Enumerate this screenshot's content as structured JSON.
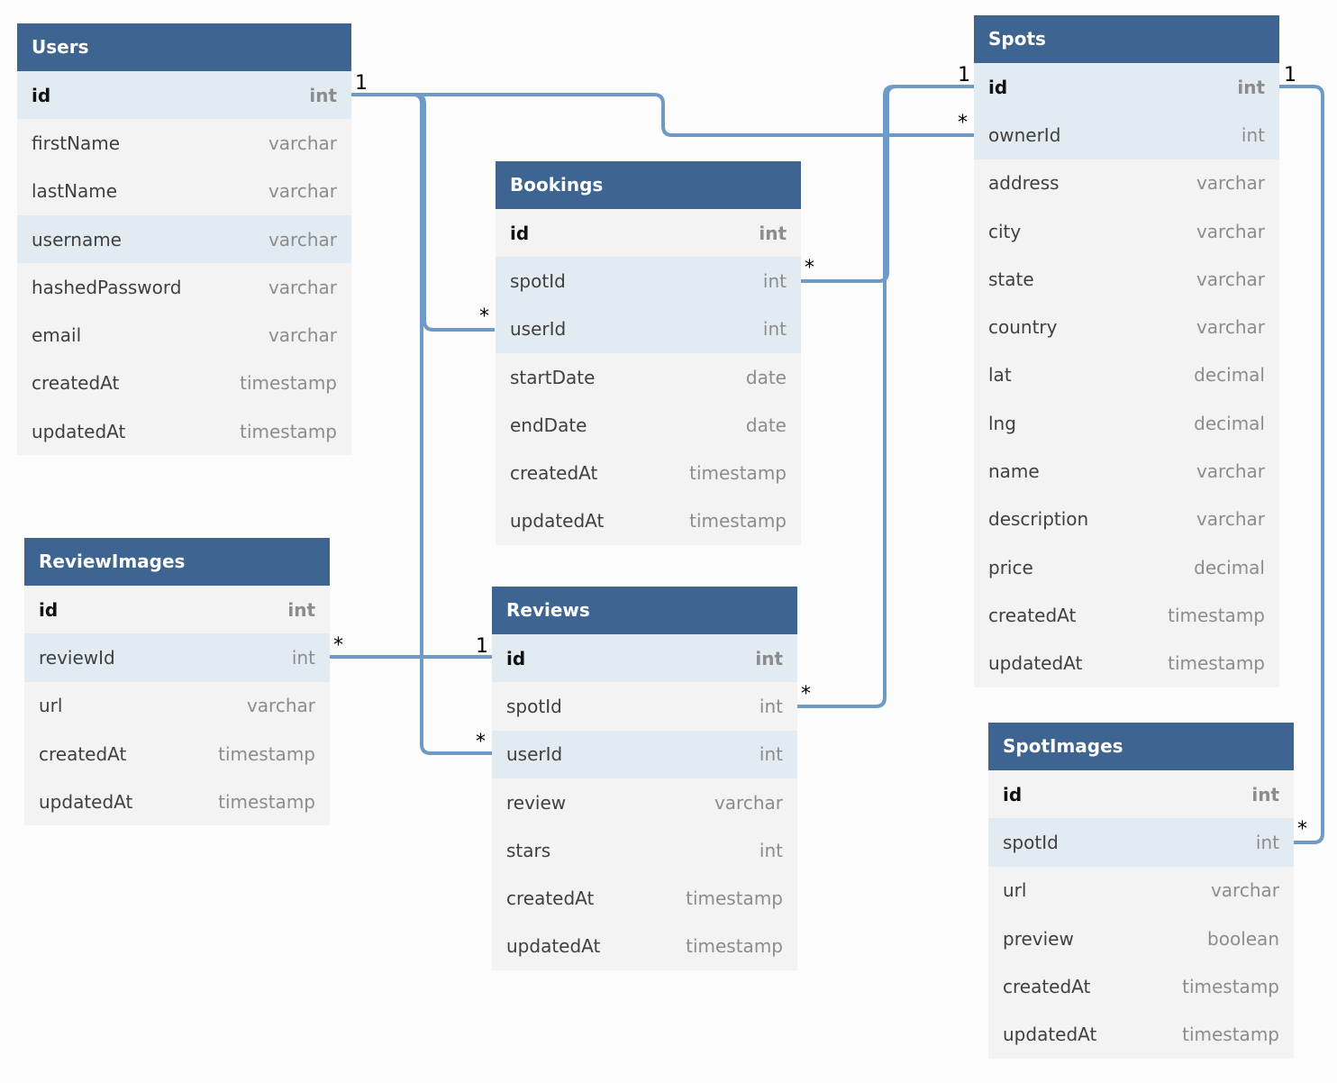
{
  "tables": {
    "users": {
      "title": "Users",
      "fields": [
        {
          "name": "id",
          "type": "int"
        },
        {
          "name": "firstName",
          "type": "varchar"
        },
        {
          "name": "lastName",
          "type": "varchar"
        },
        {
          "name": "username",
          "type": "varchar"
        },
        {
          "name": "hashedPassword",
          "type": "varchar"
        },
        {
          "name": "email",
          "type": "varchar"
        },
        {
          "name": "createdAt",
          "type": "timestamp"
        },
        {
          "name": "updatedAt",
          "type": "timestamp"
        }
      ]
    },
    "spots": {
      "title": "Spots",
      "fields": [
        {
          "name": "id",
          "type": "int"
        },
        {
          "name": "ownerId",
          "type": "int"
        },
        {
          "name": "address",
          "type": "varchar"
        },
        {
          "name": "city",
          "type": "varchar"
        },
        {
          "name": "state",
          "type": "varchar"
        },
        {
          "name": "country",
          "type": "varchar"
        },
        {
          "name": "lat",
          "type": "decimal"
        },
        {
          "name": "lng",
          "type": "decimal"
        },
        {
          "name": "name",
          "type": "varchar"
        },
        {
          "name": "description",
          "type": "varchar"
        },
        {
          "name": "price",
          "type": "decimal"
        },
        {
          "name": "createdAt",
          "type": "timestamp"
        },
        {
          "name": "updatedAt",
          "type": "timestamp"
        }
      ]
    },
    "bookings": {
      "title": "Bookings",
      "fields": [
        {
          "name": "id",
          "type": "int"
        },
        {
          "name": "spotId",
          "type": "int"
        },
        {
          "name": "userId",
          "type": "int"
        },
        {
          "name": "startDate",
          "type": "date"
        },
        {
          "name": "endDate",
          "type": "date"
        },
        {
          "name": "createdAt",
          "type": "timestamp"
        },
        {
          "name": "updatedAt",
          "type": "timestamp"
        }
      ]
    },
    "reviewImages": {
      "title": "ReviewImages",
      "fields": [
        {
          "name": "id",
          "type": "int"
        },
        {
          "name": "reviewId",
          "type": "int"
        },
        {
          "name": "url",
          "type": "varchar"
        },
        {
          "name": "createdAt",
          "type": "timestamp"
        },
        {
          "name": "updatedAt",
          "type": "timestamp"
        }
      ]
    },
    "reviews": {
      "title": "Reviews",
      "fields": [
        {
          "name": "id",
          "type": "int"
        },
        {
          "name": "spotId",
          "type": "int"
        },
        {
          "name": "userId",
          "type": "int"
        },
        {
          "name": "review",
          "type": "varchar"
        },
        {
          "name": "stars",
          "type": "int"
        },
        {
          "name": "createdAt",
          "type": "timestamp"
        },
        {
          "name": "updatedAt",
          "type": "timestamp"
        }
      ]
    },
    "spotImages": {
      "title": "SpotImages",
      "fields": [
        {
          "name": "id",
          "type": "int"
        },
        {
          "name": "spotId",
          "type": "int"
        },
        {
          "name": "url",
          "type": "varchar"
        },
        {
          "name": "preview",
          "type": "boolean"
        },
        {
          "name": "createdAt",
          "type": "timestamp"
        },
        {
          "name": "updatedAt",
          "type": "timestamp"
        }
      ]
    }
  },
  "cardinality": {
    "one": "1",
    "many": "*"
  },
  "colors": {
    "header": "#3e6491",
    "connector": "#6d9bc6",
    "highlight_row": "#e2ebf2",
    "row": "#f3f3f3"
  }
}
